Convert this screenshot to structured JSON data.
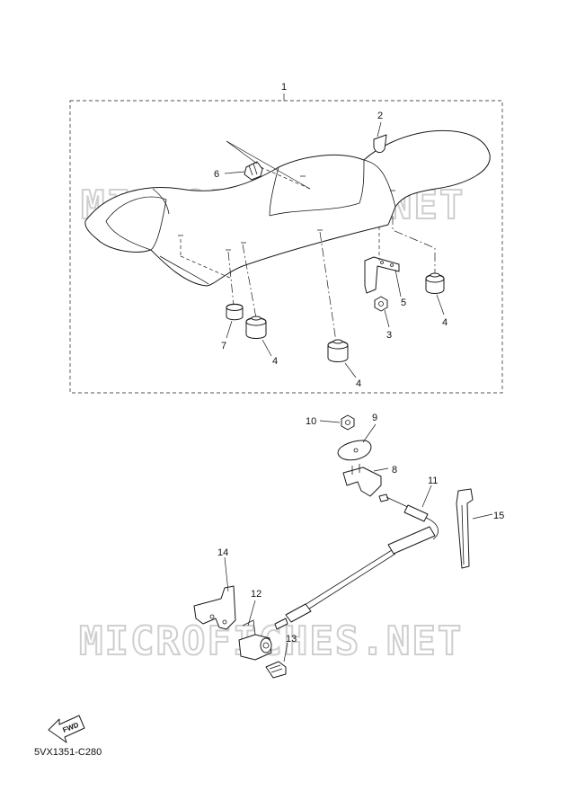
{
  "watermarks": [
    "MICROFICHES.NET",
    "MICROFICHES.NET"
  ],
  "callouts": [
    "1",
    "2",
    "3",
    "4",
    "5",
    "6",
    "7",
    "4",
    "4",
    "8",
    "9",
    "10",
    "11",
    "12",
    "13",
    "14",
    "15"
  ],
  "fwd_label": "FWD",
  "drawing_code": "5VX1351-C280"
}
